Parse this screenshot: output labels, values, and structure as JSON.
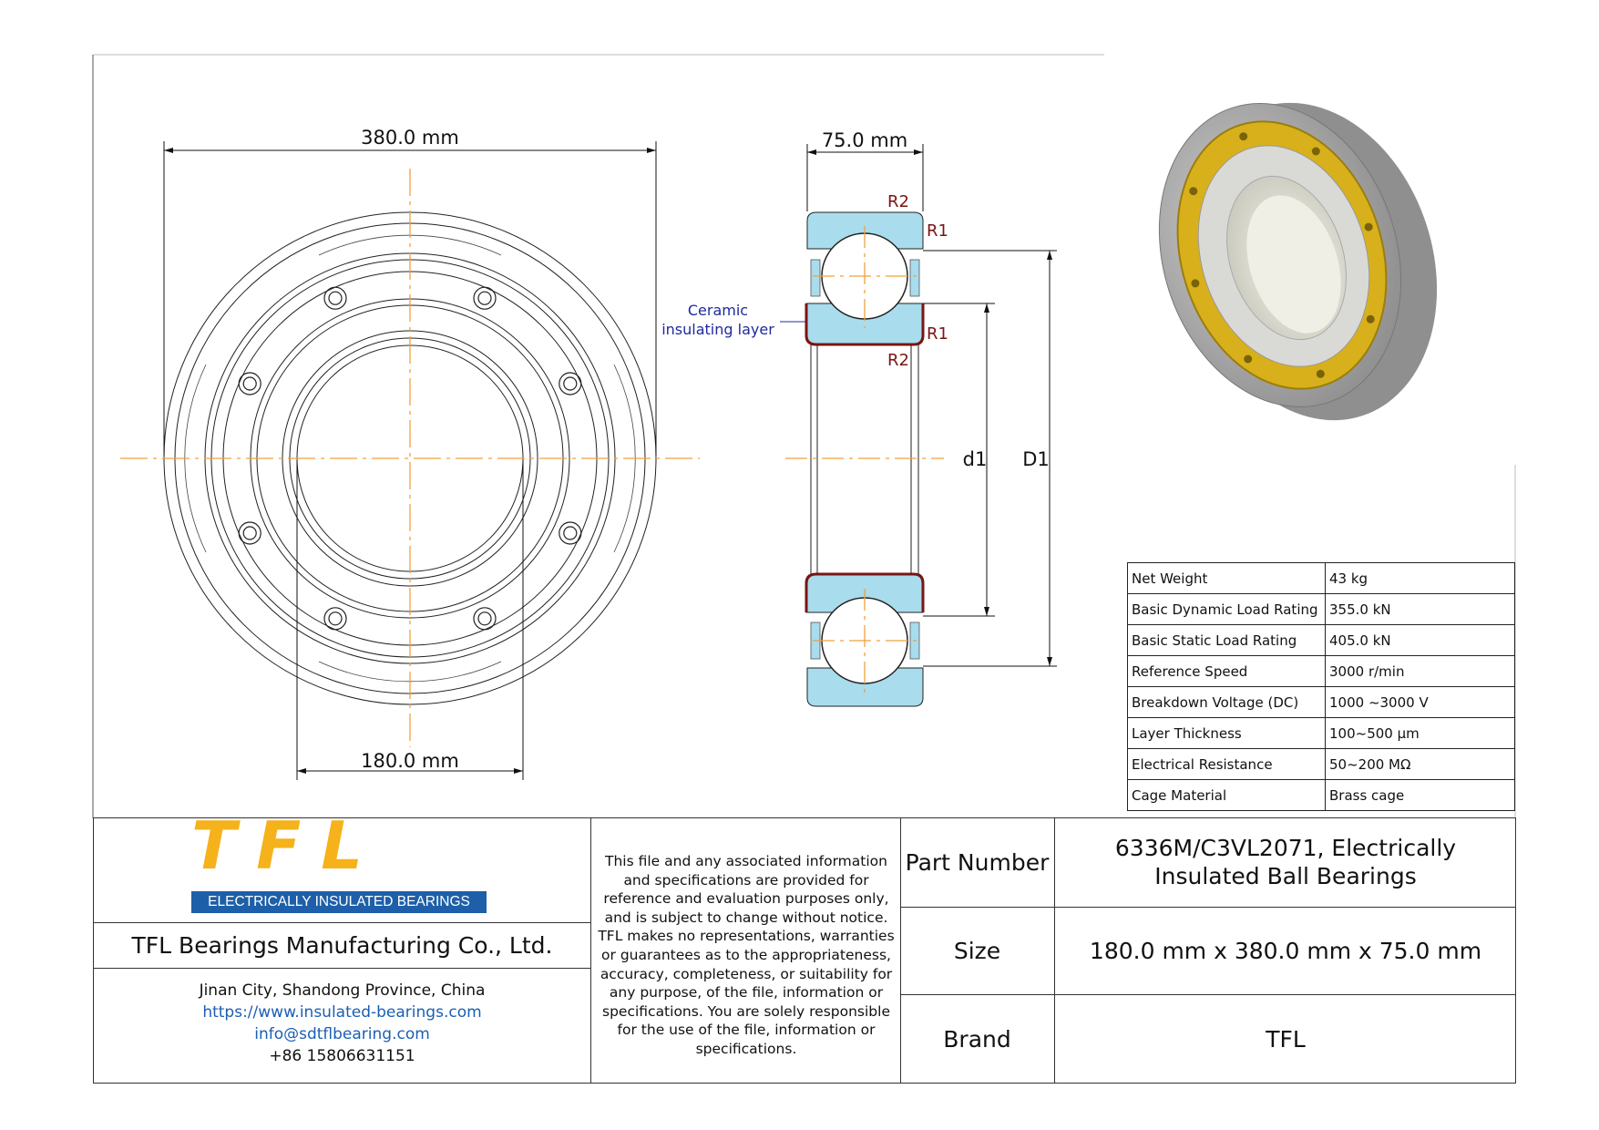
{
  "dimensions": {
    "outer_diameter": "380.0 mm",
    "inner_diameter": "180.0 mm",
    "width": "75.0 mm",
    "radius_r1": "R1",
    "radius_r2": "R2",
    "d1_label": "d1",
    "D1_label": "D1",
    "ceramic_label_line1": "Ceramic",
    "ceramic_label_line2": "insulating layer"
  },
  "specs": [
    {
      "label": "Net Weight",
      "value": "43 kg"
    },
    {
      "label": "Basic Dynamic Load Rating",
      "value": "355.0 kN"
    },
    {
      "label": "Basic Static Load Rating",
      "value": "405.0 kN"
    },
    {
      "label": "Reference Speed",
      "value": "3000 r/min"
    },
    {
      "label": "Breakdown Voltage (DC)",
      "value": "1000 ~3000 V"
    },
    {
      "label": "Layer Thickness",
      "value": "100~500 µm"
    },
    {
      "label": "Electrical Resistance",
      "value": "50~200 MΩ"
    },
    {
      "label": "Cage Material",
      "value": "Brass cage"
    }
  ],
  "title_block": {
    "logo_text": "TFL",
    "logo_band": "ELECTRICALLY INSULATED BEARINGS",
    "company": "TFL Bearings Manufacturing Co., Ltd.",
    "address": "Jinan City, Shandong Province, China",
    "website": "https://www.insulated-bearings.com",
    "email": "info@sdtflbearing.com",
    "phone": "+86 15806631151",
    "disclaimer": "This file and any associated information and specifications are provided for reference and evaluation purposes only, and is subject to change without notice. TFL makes no representations, warranties or guarantees as to the appropriateness, accuracy, completeness, or suitability for any purpose, of the file, information or specifications.  You are solely responsible for the use of the file, information or specifications.",
    "part_number_label": "Part Number",
    "part_number_value": "6336M/C3VL2071, Electrically Insulated Ball Bearings",
    "size_label": "Size",
    "size_value": "180.0 mm x 380.0 mm x 75.0 mm",
    "brand_label": "Brand",
    "brand_value": "TFL"
  },
  "colors": {
    "centerline": "#f0a040",
    "section_fill": "#a9dcec",
    "insulation": "#7a1414",
    "radius_label": "#7a1414",
    "ceramic_label": "#1f2a9c",
    "brass": "#d8b01c"
  }
}
